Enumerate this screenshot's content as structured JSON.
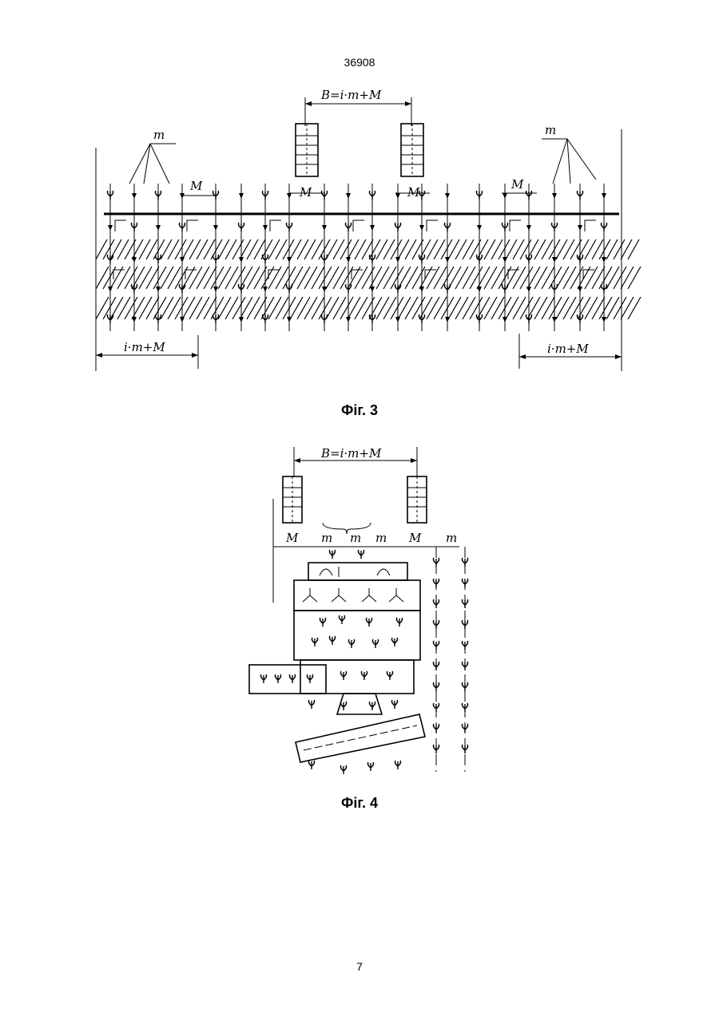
{
  "header": {
    "doc_number": "36908"
  },
  "figure3": {
    "caption": "Фіг. 3",
    "labels": {
      "width_formula": "B=i·m+M",
      "row_spacing_left": "m",
      "row_spacing_right": "m",
      "gap_M_1": "M",
      "gap_M_2": "M",
      "gap_M_3": "M",
      "gap_M_4": "M",
      "span_left": "i·m+M",
      "span_right": "i·m+M"
    }
  },
  "figure4": {
    "caption": "Фіг. 4",
    "labels": {
      "width_formula": "B=i·m+M",
      "gap_M_left": "M",
      "row_m_1": "m",
      "row_m_2": "m",
      "row_m_3": "m",
      "gap_M_right": "M",
      "row_m_right": "m"
    }
  },
  "footer": {
    "page_number": "7"
  }
}
